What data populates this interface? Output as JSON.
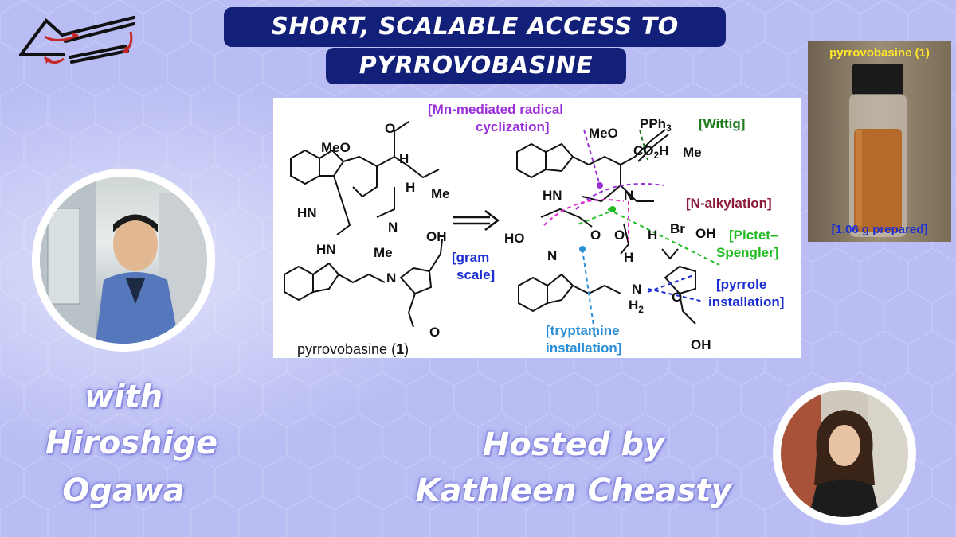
{
  "title": {
    "line1": "SHORT, SCALABLE ACCESS TO",
    "line2": "PYRROVOBASINE"
  },
  "guest": {
    "with": "with",
    "first": "Hiroshige",
    "last": "Ogawa"
  },
  "host": {
    "line1": "Hosted by",
    "line2": "Kathleen Cheasty"
  },
  "scheme": {
    "product_label": "pyrrovobasine (",
    "product_num": "1",
    "product_close": ")",
    "labels": {
      "radical1": "[Mn-mediated radical",
      "radical2": "cyclization]",
      "wittig": "[Wittig]",
      "alkylation": "[N-alkylation]",
      "pictet1": "[Pictet–",
      "pictet2": "Spengler]",
      "pyrrole1": "[pyrrole",
      "pyrrole2": "installation]",
      "tryptamine1": "[tryptamine",
      "tryptamine2": "installation]",
      "gram1": "[gram",
      "gram2": "scale]"
    },
    "atoms": {
      "meo_left": "MeO",
      "h1": "H",
      "h2": "H",
      "me1": "Me",
      "hn1": "HN",
      "n1": "N",
      "me2": "Me",
      "oh1": "OH",
      "hn2": "HN",
      "n2": "N",
      "o1": "O",
      "o2": "O",
      "meo_right": "MeO",
      "pph3": "PPh",
      "pph3_sub": "3",
      "co2h": "CO",
      "co2h_sub": "2",
      "co2h_end": "H",
      "me3": "Me",
      "hn3": "HN",
      "n3": "N",
      "br": "Br",
      "oh2": "OH",
      "ho": "HO",
      "o3": "O",
      "o4": "O",
      "h3": "H",
      "h4": "H",
      "n4": "N",
      "nh2": "N",
      "nh2_h": "H",
      "nh2_sub": "2",
      "o5": "O",
      "oh3": "OH"
    }
  },
  "vial": {
    "caption_top": "pyrrovobasine (1)",
    "caption_bottom": "[1.06 g prepared]"
  },
  "colors": {
    "background": "#b9bdf3",
    "title_box": "#13207a",
    "purple": "#9b30d9",
    "green_dark": "#1e7a1e",
    "green_light": "#22bb22",
    "maroon": "#8a1a3a",
    "blue": "#1c2fd0",
    "cyan": "#2a8fd8",
    "magenta": "#e02ad0",
    "arrow_red": "#c62828"
  },
  "icons": {
    "logo": "chemistry-diene-logo-icon"
  }
}
